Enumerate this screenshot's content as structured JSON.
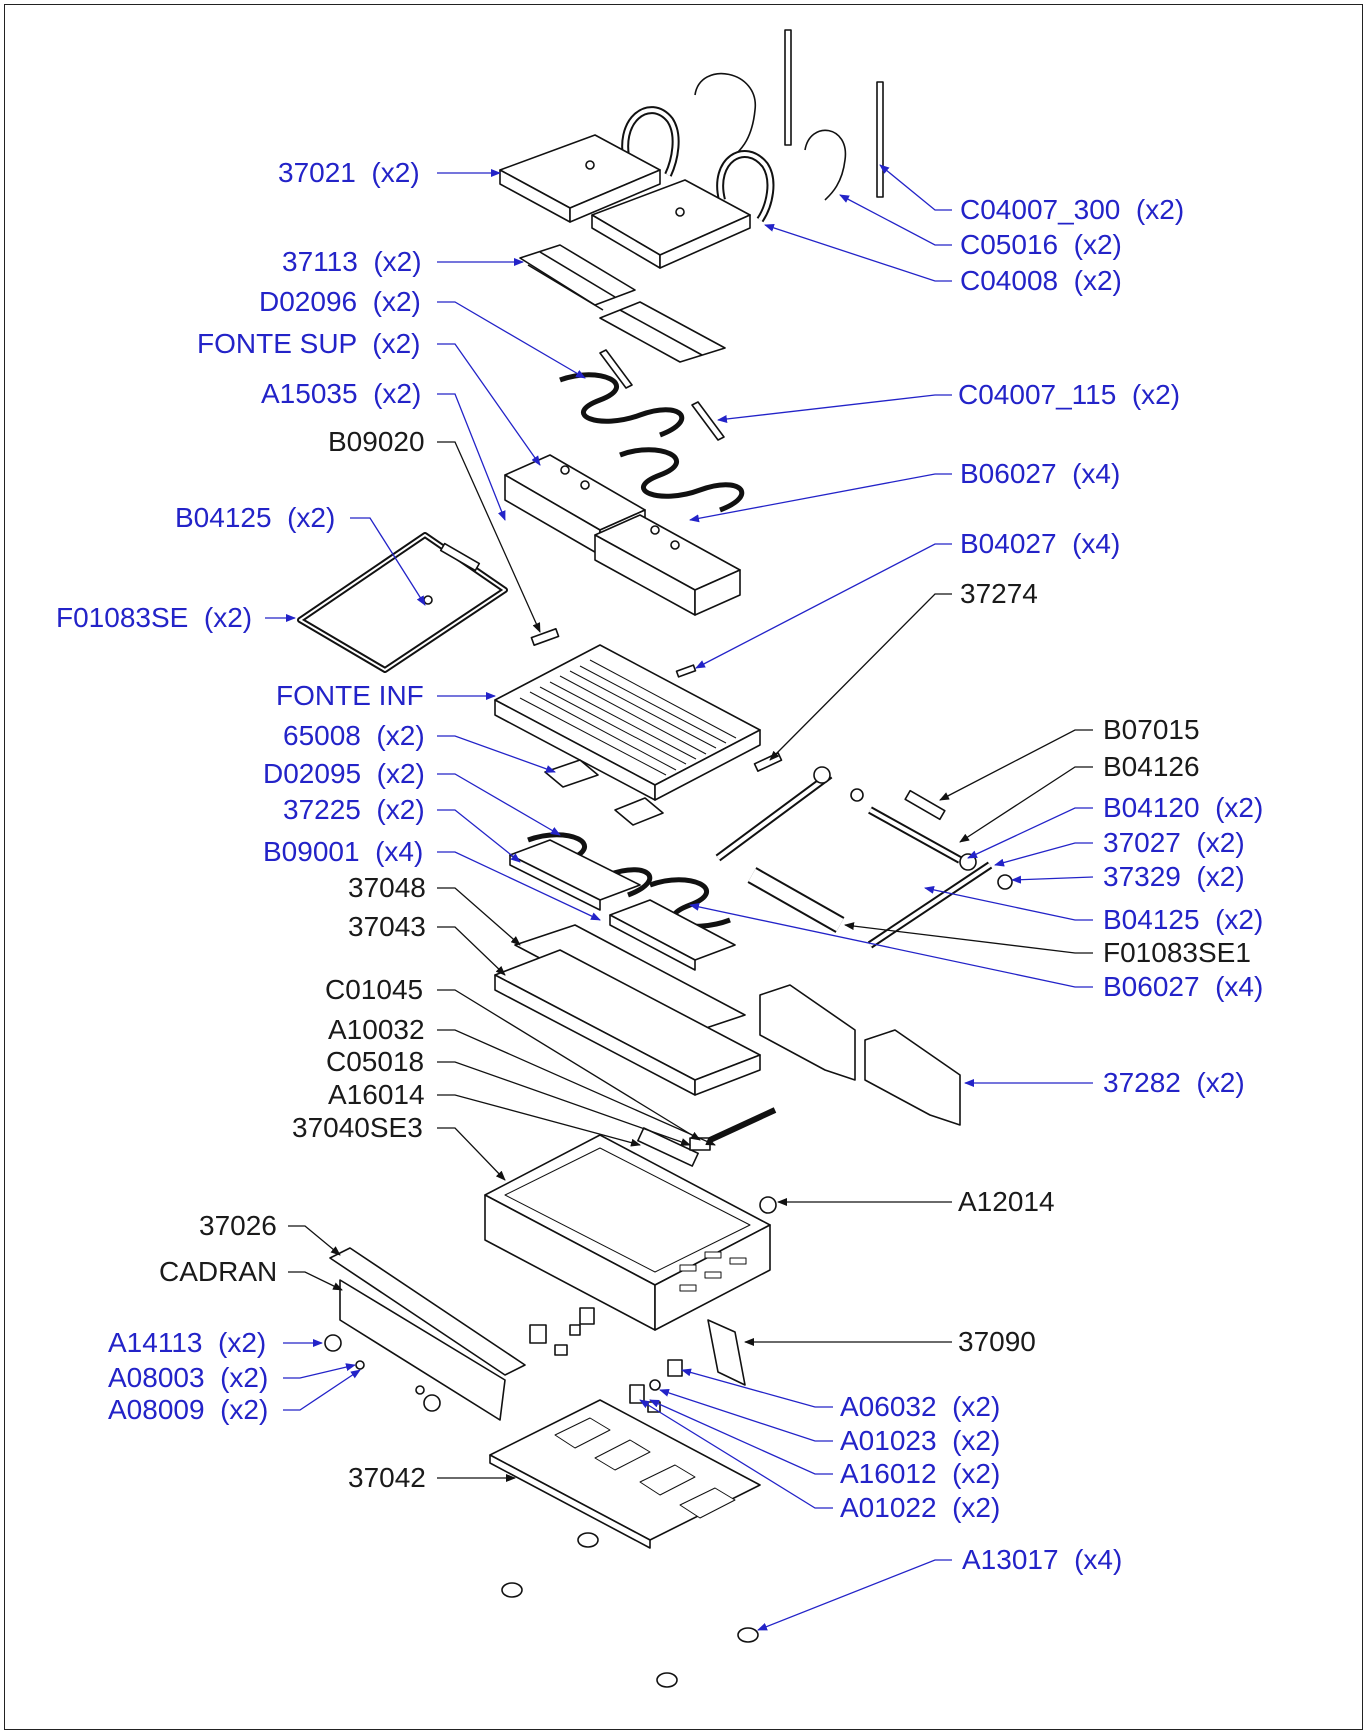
{
  "colors": {
    "link": "#2323c8",
    "text": "#1a1a1a",
    "part_fill": "#ffffff",
    "part_stroke": "#111111"
  },
  "labels": {
    "l37021": "37021  (x2)",
    "lC04007_300": "C04007_300  (x2)",
    "lC05016": "C05016  (x2)",
    "lC04008": "C04008  (x2)",
    "l37113": "37113  (x2)",
    "lD02096": "D02096  (x2)",
    "lFonteSup": "FONTE SUP  (x2)",
    "lC04007_115": "C04007_115  (x2)",
    "lA15035": "A15035  (x2)",
    "lB09020": "B09020",
    "lB06027a": "B06027  (x4)",
    "lB04125a": "B04125  (x2)",
    "lB04027": "B04027  (x4)",
    "lF01083SE": "F01083SE  (x2)",
    "l37274": "37274",
    "lFonteInf": "FONTE INF",
    "lB07015": "B07015",
    "l65008": "65008  (x2)",
    "lB04126": "B04126",
    "lD02095": "D02095  (x2)",
    "lB04120": "B04120  (x2)",
    "l37225": "37225  (x2)",
    "l37027": "37027  (x2)",
    "lB09001": "B09001  (x4)",
    "l37329": "37329  (x2)",
    "l37048": "37048",
    "lB04125b": "B04125  (x2)",
    "l37043": "37043",
    "lF01083SE1": "F01083SE1",
    "lB06027b": "B06027  (x4)",
    "lC01045": "C01045",
    "lA10032": "A10032",
    "l37282": "37282  (x2)",
    "lC05018": "C05018",
    "lA16014": "A16014",
    "l37040SE3": "37040SE3",
    "lA12014": "A12014",
    "l37026": "37026",
    "lCadran": "CADRAN",
    "l37090": "37090",
    "lA14113": "A14113  (x2)",
    "lA08003": "A08003  (x2)",
    "lA08009": "A08009  (x2)",
    "lA06032": "A06032  (x2)",
    "lA01023": "A01023  (x2)",
    "lA16012": "A16012  (x2)",
    "l37042": "37042",
    "lA01022": "A01022  (x2)",
    "lA13017": "A13017  (x4)"
  }
}
